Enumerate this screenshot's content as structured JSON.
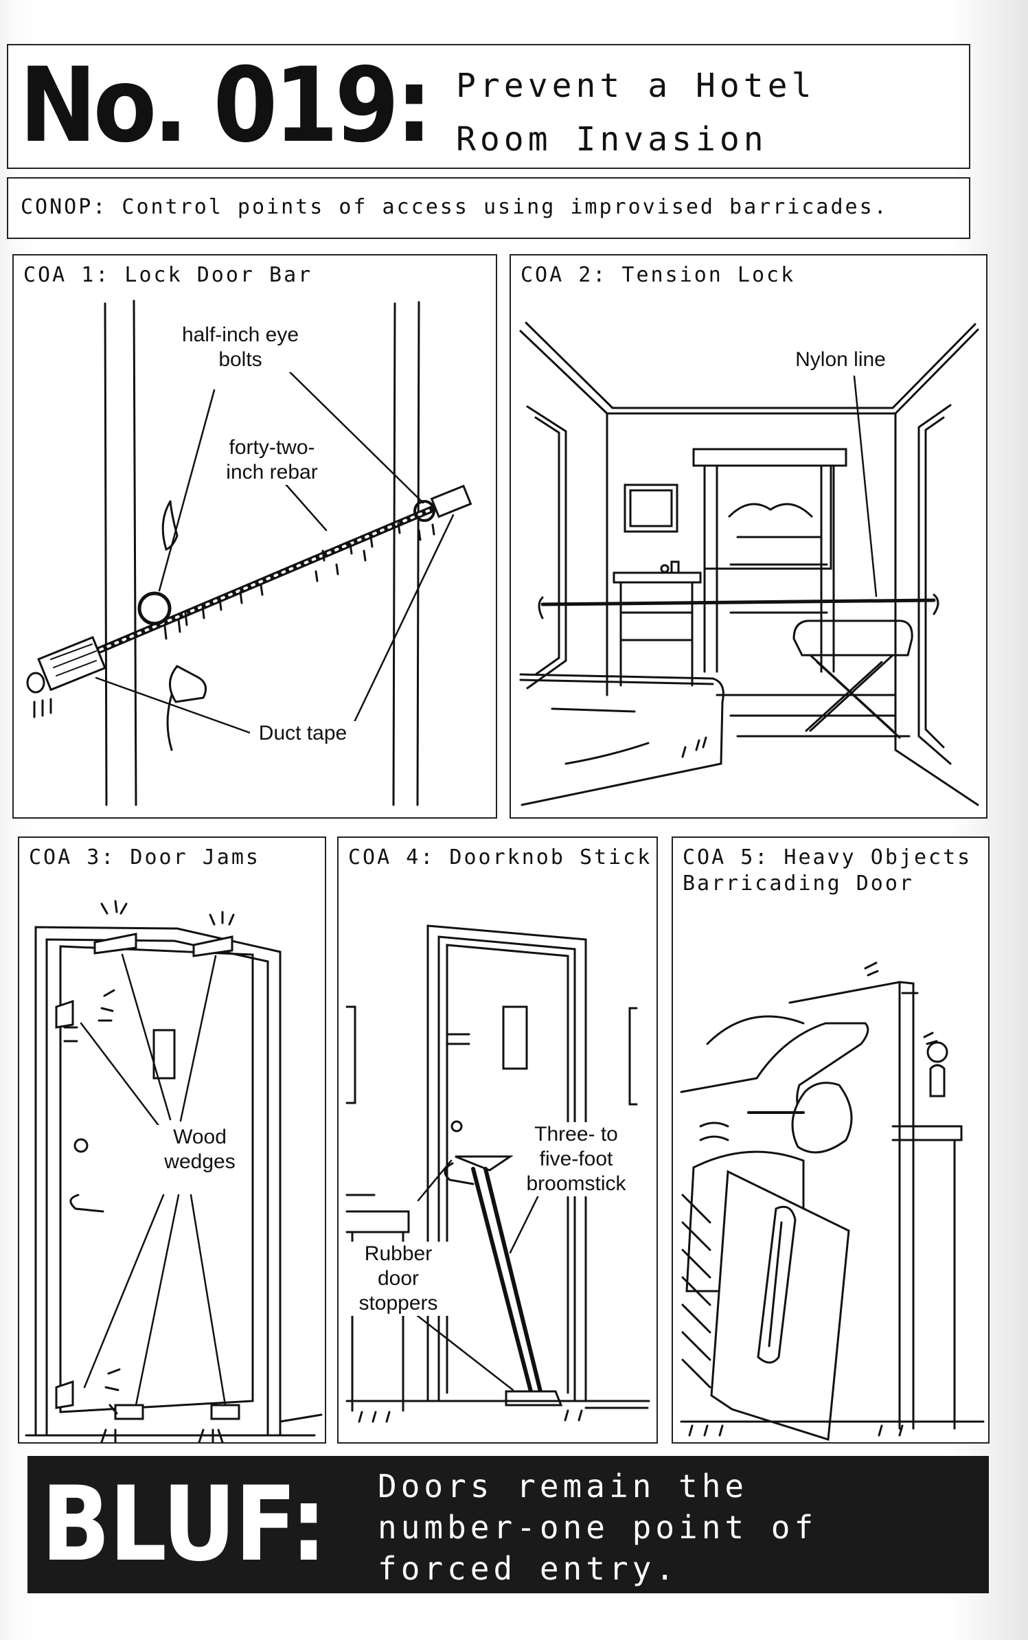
{
  "title": {
    "number": "No. 019:",
    "line1": "Prevent a Hotel",
    "line2": "Room Invasion"
  },
  "conop": "CONOP: Control points of access using improvised barricades.",
  "panels": [
    {
      "label": "COA 1: Lock Door Bar",
      "callouts": {
        "eye_bolts": "half-inch eye bolts",
        "rebar": "forty-two-inch rebar",
        "duct_tape": "Duct tape"
      }
    },
    {
      "label": "COA 2: Tension Lock",
      "callouts": {
        "nylon": "Nylon line"
      }
    },
    {
      "label": "COA 3: Door Jams",
      "callouts": {
        "wedges": "Wood wedges"
      }
    },
    {
      "label": "COA 4: Doorknob Stick",
      "callouts": {
        "broomstick": "Three- to five-foot broomstick",
        "stoppers": "Rubber door stoppers"
      }
    },
    {
      "label": "COA 5: Heavy Objects Barricading Door",
      "callouts": {}
    }
  ],
  "bluf": {
    "label": "BLUF:",
    "line1": "Doors remain the",
    "line2": "number-one point of",
    "line3": "forced entry."
  }
}
